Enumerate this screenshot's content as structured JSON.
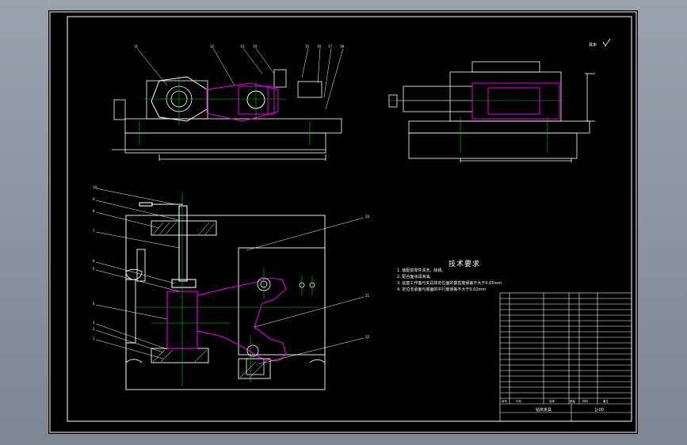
{
  "drawing": {
    "roughness_symbol": "其余",
    "tech_title": "技术要求",
    "tech_notes": [
      "1. 装配前零件清洗，除锈。",
      "2. 配合面涂润滑油。",
      "3. 钻套工作面与夹具体定位面的垂直度误差不大于0.05mm",
      "4. 定位支承面与底面的平行度误差不大于0.02mm"
    ],
    "callouts_left": [
      "10",
      "9",
      "8",
      "7",
      "6",
      "5",
      "4",
      "3",
      "2",
      "1"
    ],
    "callouts_top": [
      "11",
      "12",
      "13",
      "14",
      "15",
      "16",
      "17",
      "18"
    ],
    "callouts_right": [
      "20",
      "21",
      "22"
    ],
    "title_block": {
      "name": "钻床夹具",
      "drawing_no": "JJ-00",
      "headers": [
        "序号",
        "代号",
        "名称",
        "数量",
        "材料",
        "备注"
      ]
    },
    "colors": {
      "background": "#000000",
      "line": "#ffffff",
      "centerline": "#00cc00",
      "highlight": "#e000e0",
      "frame": "#ffffff",
      "ui": "#8a939d"
    }
  }
}
